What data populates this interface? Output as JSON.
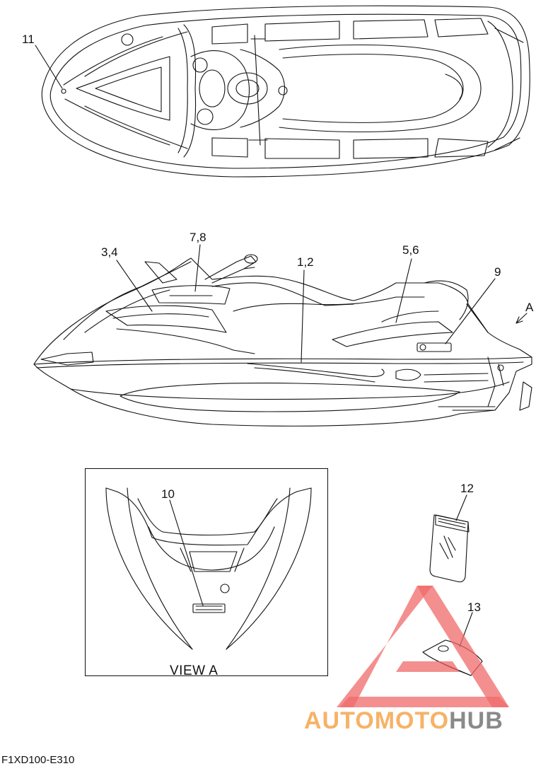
{
  "callouts": {
    "c11": "11",
    "c34": "3,4",
    "c78": "7,8",
    "c12": "1,2",
    "c56": "5,6",
    "c9": "9",
    "cA": "A",
    "c10": "10",
    "c12b": "12",
    "c13": "13"
  },
  "inset": {
    "title": "VIEW A"
  },
  "footer": {
    "code": "F1XD100-E310"
  },
  "watermark": {
    "part1": "AUTO",
    "part2": "MOTO",
    "part3": "HUB"
  },
  "colors": {
    "line": "#111111",
    "watermark_red": "#f06a6a",
    "watermark_orange": "#f7b267",
    "watermark_gray": "#8a8a8a"
  }
}
